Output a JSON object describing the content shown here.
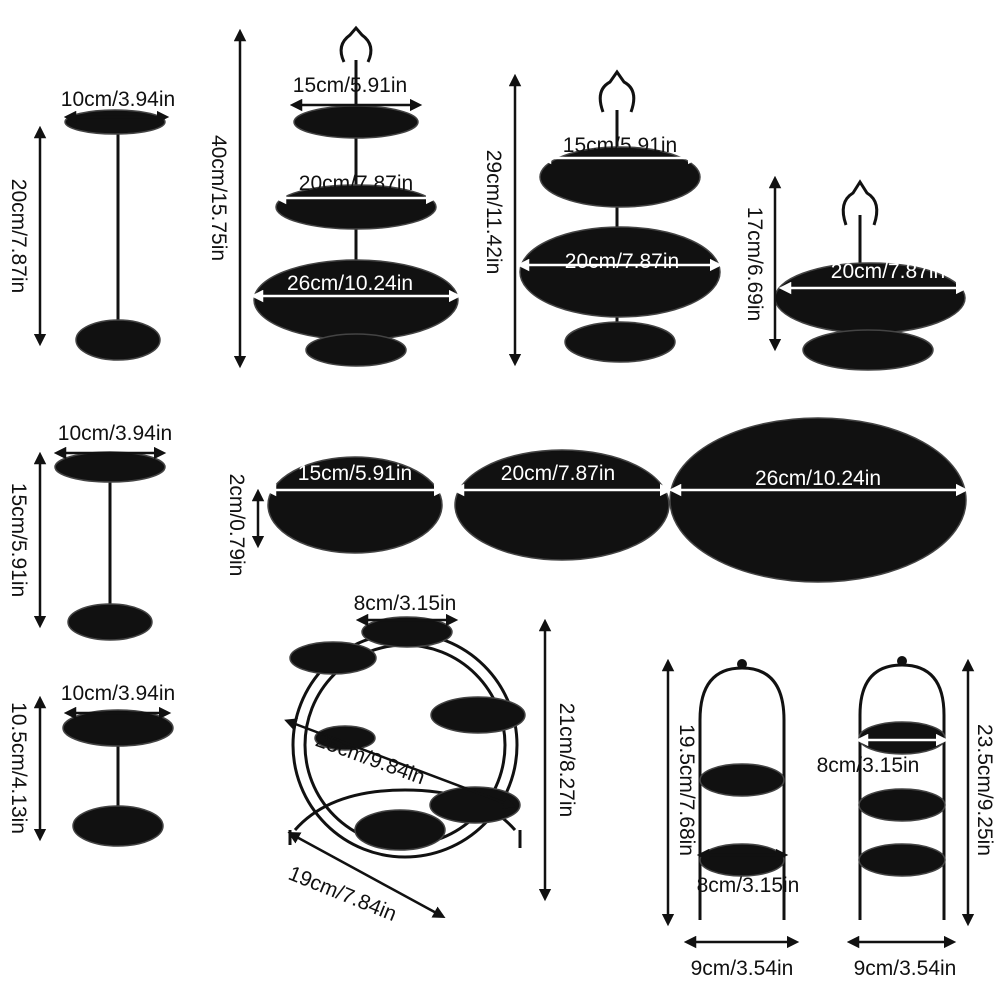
{
  "stand_small_20": {
    "width": "10cm/3.94in",
    "height": "20cm/7.87in"
  },
  "stand_3tier": {
    "top": "15cm/5.91in",
    "middle": "20cm/7.87in",
    "bottom": "26cm/10.24in",
    "height": "40cm/15.75in"
  },
  "stand_2tier": {
    "top": "15cm/5.91in",
    "bottom": "20cm/7.87in",
    "height": "29cm/11.42in"
  },
  "stand_1tier": {
    "width": "20cm/7.87in",
    "height": "17cm/6.69in"
  },
  "stand_small_15": {
    "width": "10cm/3.94in",
    "height": "15cm/5.91in"
  },
  "plates": {
    "small": "15cm/5.91in",
    "medium": "20cm/7.87in",
    "large": "26cm/10.24in",
    "depth": "2cm/0.79in"
  },
  "stand_small_10": {
    "width": "10cm/3.94in",
    "height": "10.5cm/4.13in"
  },
  "ferris_stand": {
    "plate": "8cm/3.15in",
    "diameter": "25cm/9.84in",
    "base": "19cm/7.84in",
    "height": "21cm/8.27in"
  },
  "arch_2tier": {
    "height": "19.5cm/7.68in",
    "plate": "8cm/3.15in",
    "base": "9cm/3.54in"
  },
  "arch_3tier": {
    "height": "23.5cm/9.25in",
    "plate": "8cm/3.15in",
    "base": "9cm/3.54in"
  }
}
